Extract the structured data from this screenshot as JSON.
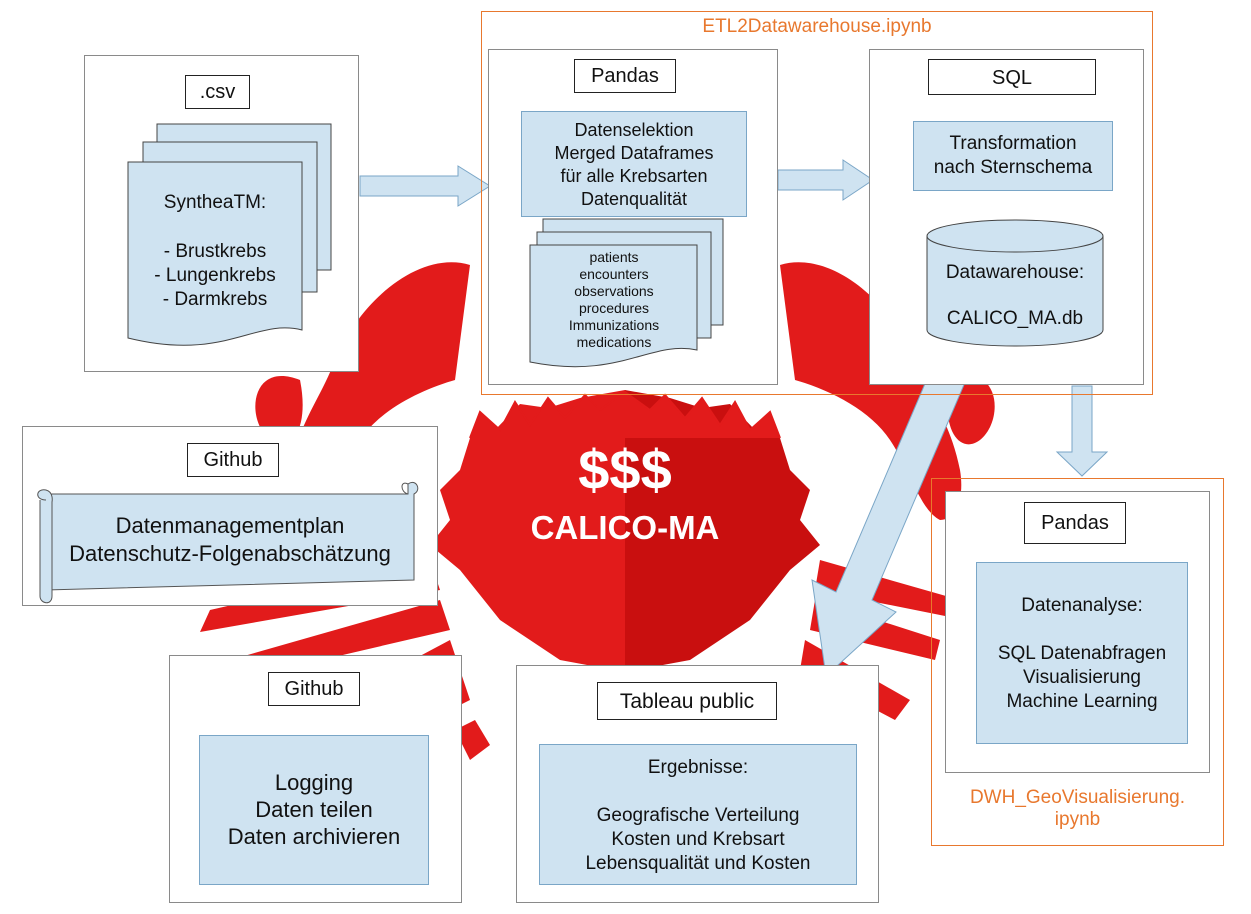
{
  "colors": {
    "accent_orange": "#e8782e",
    "box_blue": "#cfe3f1",
    "crab_red": "#e21b1b",
    "crab_dark": "#c90f0f"
  },
  "etl": {
    "caption": "ETL2Datawarehouse.ipynb",
    "pandas": {
      "label": "Pandas",
      "steps": "Datenselektion\nMerged Dataframes\nfür alle Krebsarten\nDatenqualität",
      "tables": "patients\nencounters\nobservations\nprocedures\nImmunizations\nmedications"
    },
    "sql": {
      "label": "SQL",
      "transform": "Transformation\nnach Sternschema",
      "db_title": "Datawarehouse:",
      "db_name": "CALICO_MA.db"
    }
  },
  "csv": {
    "label": ".csv",
    "doc_title": "SyntheaTM:",
    "doc_items": "- Brustkrebs\n- Lungenkrebs\n- Darmkrebs"
  },
  "github1": {
    "label": "Github",
    "scroll_text": "Datenmanagementplan\nDatenschutz-Folgenabschätzung"
  },
  "crab": {
    "symbol": "$$$",
    "name": "CALICO-MA"
  },
  "github2": {
    "label": "Github",
    "text": "Logging\nDaten teilen\nDaten archivieren"
  },
  "tableau": {
    "label": "Tableau public",
    "title": "Ergebnisse:",
    "items": "Geografische Verteilung\nKosten und Krebsart\nLebensqualität und Kosten"
  },
  "dwh_geo": {
    "caption": "DWH_GeoVisualisierung.\nipynb",
    "label": "Pandas",
    "title": "Datenanalyse:",
    "items": "SQL Datenabfragen\nVisualisierung\nMachine Learning"
  }
}
